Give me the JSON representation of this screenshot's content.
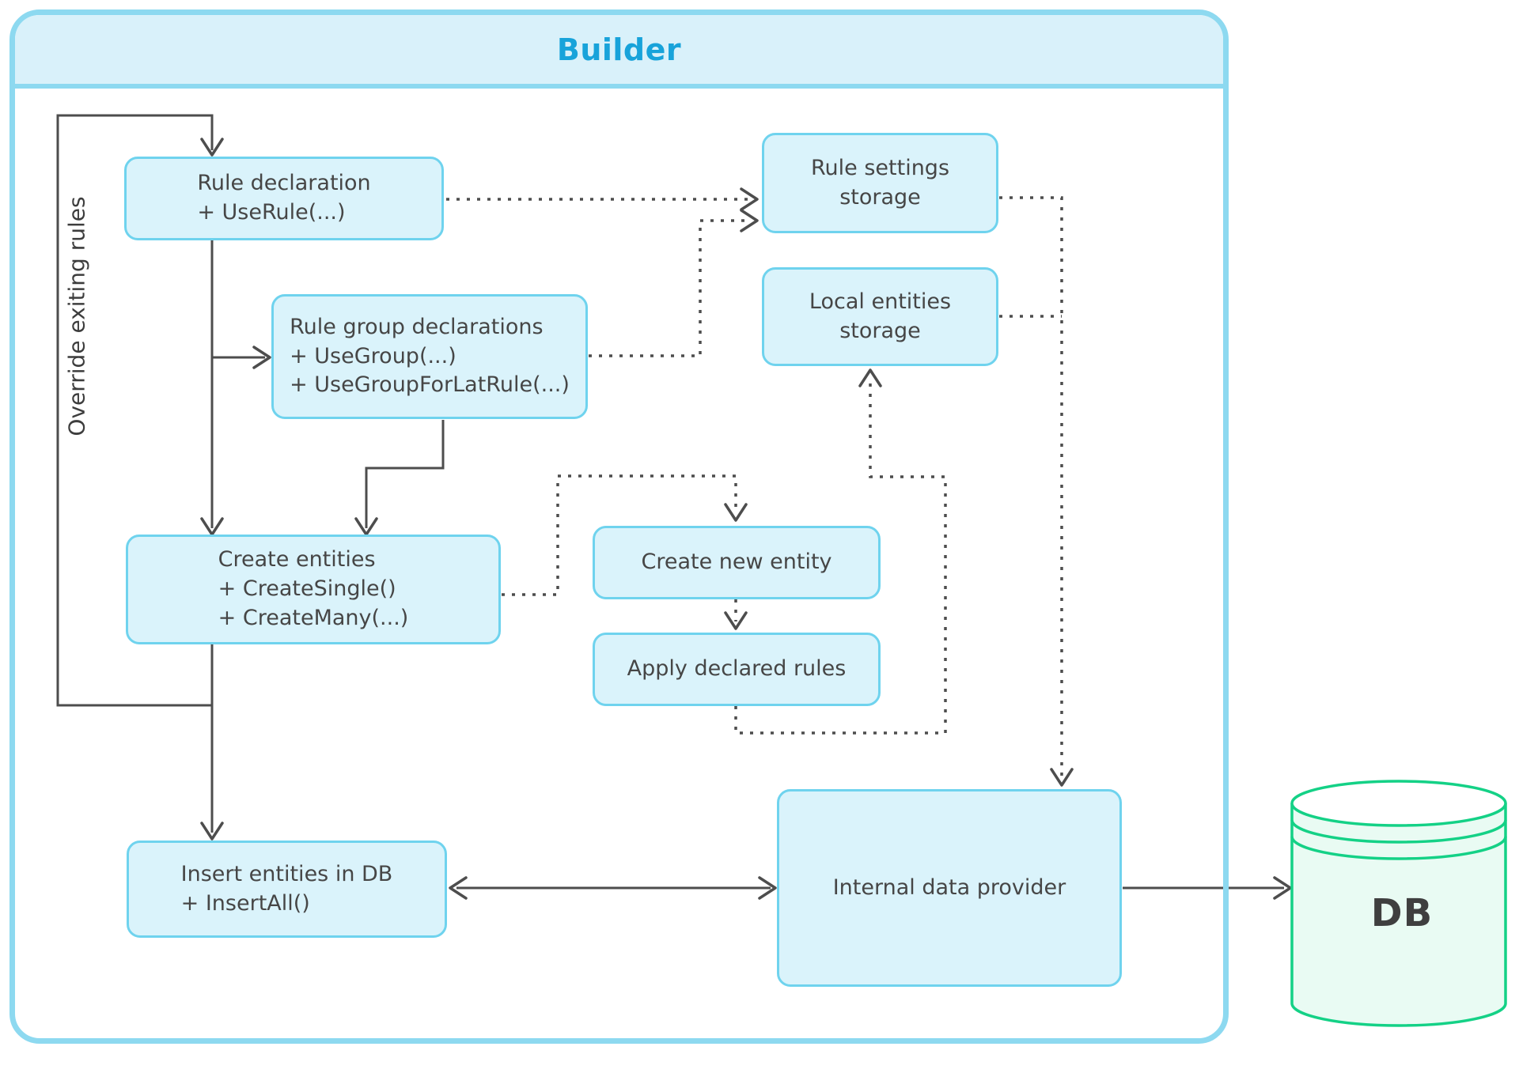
{
  "colors": {
    "node_fill": "#daf3fb",
    "node_border": "#6fd3ee",
    "container_border": "#8dd9f0",
    "header_fill": "#d9f1fa",
    "title_color": "#18a3da",
    "line_color": "#4d4d4d",
    "text_color": "#464646",
    "db_stroke": "#14d186",
    "db_fill": "#e9fbf3"
  },
  "header": {
    "title": "Builder"
  },
  "labels": {
    "override_loop": "Override exiting rules"
  },
  "nodes": {
    "rule_declaration": {
      "lines": [
        "Rule declaration",
        "+ UseRule(...)"
      ]
    },
    "rule_settings_storage": {
      "lines": [
        "Rule settings",
        "storage"
      ]
    },
    "rule_group_declarations": {
      "lines": [
        "Rule group declarations",
        "+ UseGroup(...)",
        "+ UseGroupForLatRule(...)"
      ]
    },
    "local_entities_storage": {
      "lines": [
        "Local entities",
        "storage"
      ]
    },
    "create_entities": {
      "lines": [
        "Create entities",
        "+ CreateSingle()",
        "+ CreateMany(...)"
      ]
    },
    "create_new_entity": {
      "lines": [
        "Create new entity"
      ]
    },
    "apply_declared_rules": {
      "lines": [
        "Apply declared rules"
      ]
    },
    "insert_entities_db": {
      "lines": [
        "Insert entities in DB",
        "+ InsertAll()"
      ]
    },
    "internal_data_provider": {
      "lines": [
        "Internal data provider"
      ]
    },
    "db": {
      "lines": [
        "DB"
      ]
    }
  }
}
